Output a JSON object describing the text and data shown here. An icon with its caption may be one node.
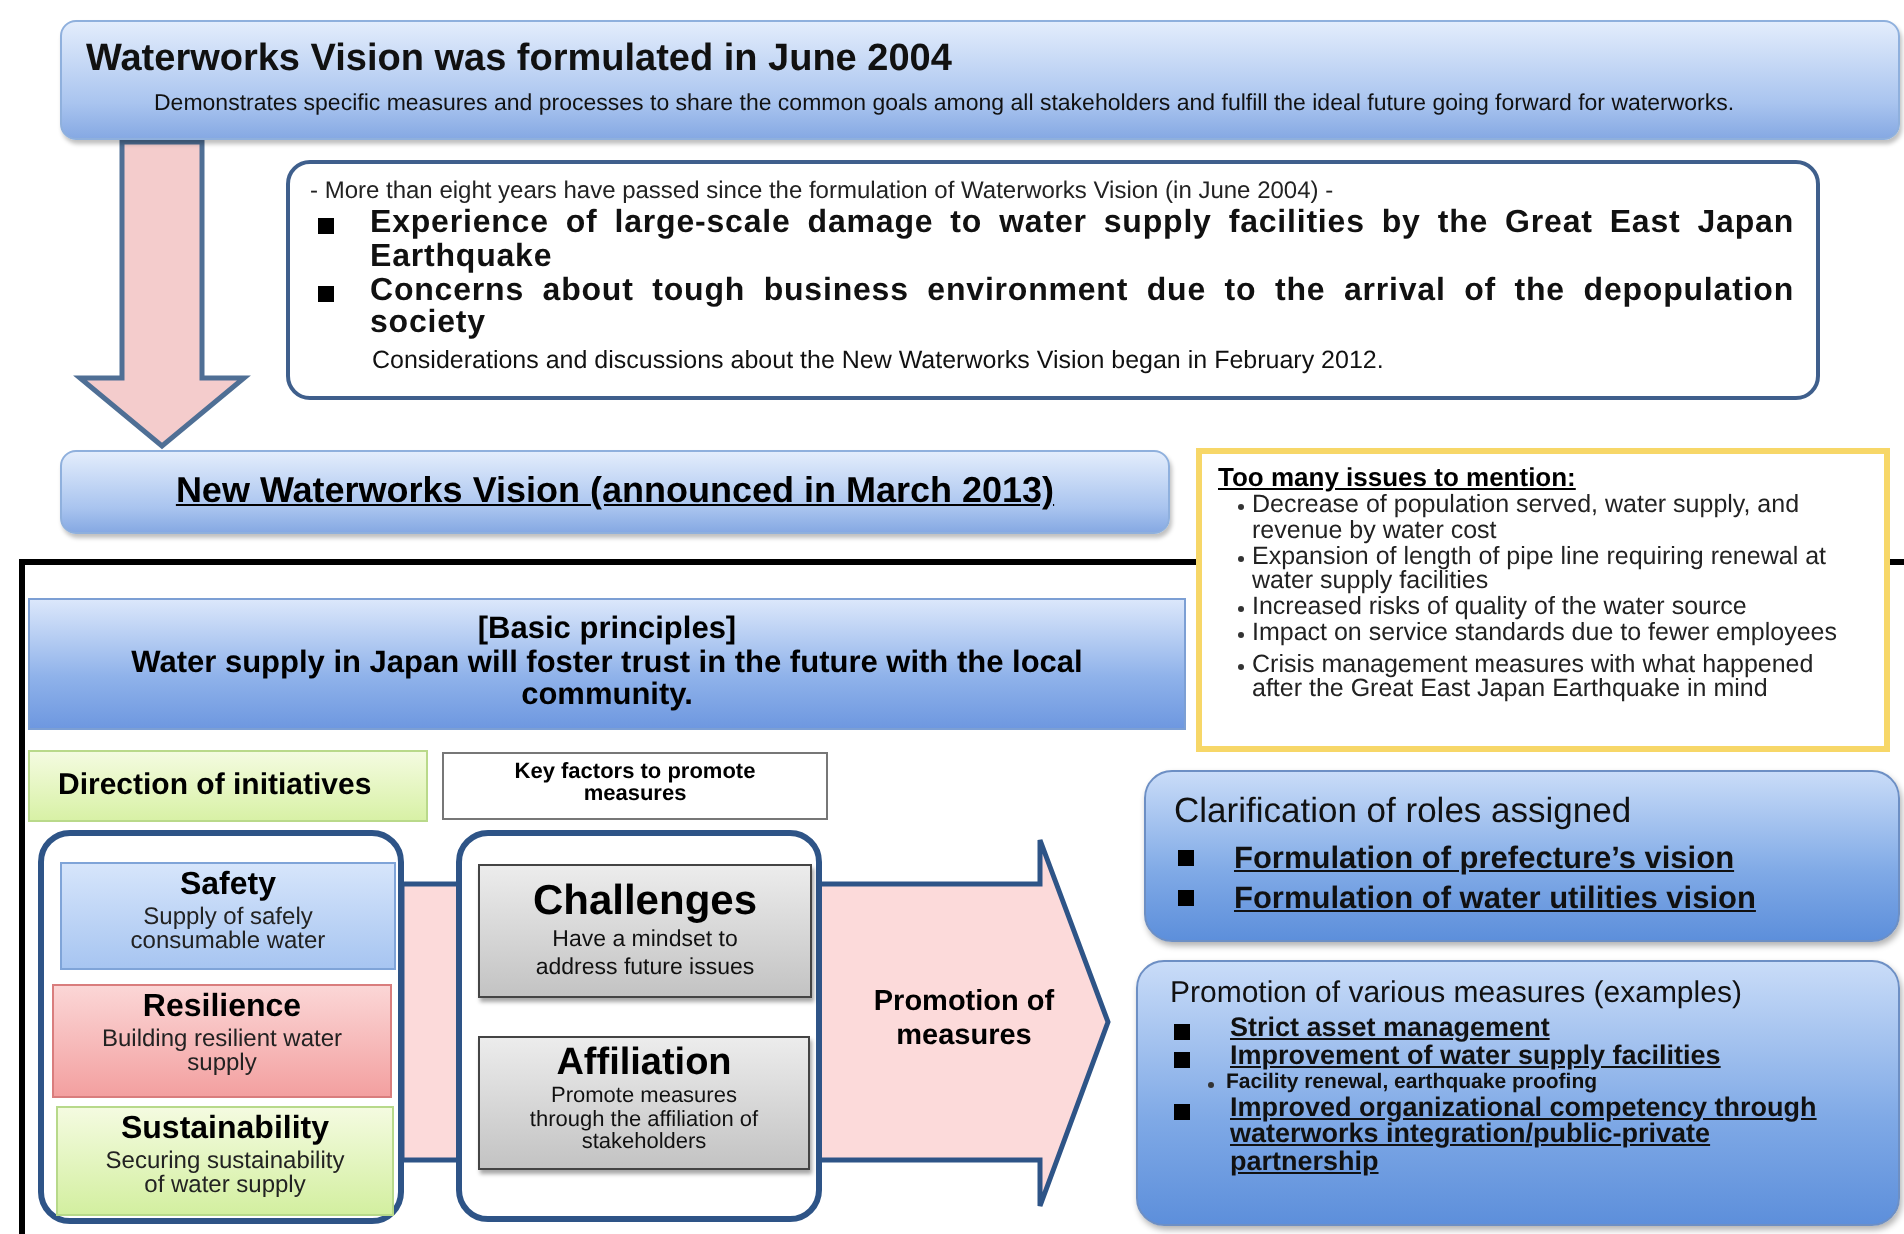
{
  "diagram": {
    "nodes": [
      {
        "text": [
          "Waterworks Vision was formulated in June 2004",
          "Demonstrates specific measures and processes to share the common goals among all stakeholders and fulfill the ideal future going forward for waterworks."
        ]
      },
      {
        "text": [
          "- More than eight years have passed since the formulation of Waterworks Vision (in June 2004) -",
          "Experience of large-scale damage to water supply facilities by the Great East Japan Earthquake",
          "Concerns about tough business environment due to the arrival of the depopulation society",
          "Considerations and discussions about the New Waterworks Vision began in February 2012."
        ]
      },
      {
        "text": [
          "New Waterworks Vision (announced in March 2013)"
        ]
      },
      {
        "text": [
          "Too many issues to mention:",
          "Decrease of population served, water supply, and revenue by water cost",
          "Expansion of length of pipe line requiring renewal at water supply facilities",
          "Increased risks of quality of the water source",
          "Impact on service standards due to fewer employees",
          "Crisis management measures with what happened after the Great East Japan Earthquake in mind"
        ]
      },
      {
        "text": [
          "[Basic principles]",
          "Water supply in Japan will foster trust in the future with the local community."
        ]
      },
      {
        "text": [
          "Direction of initiatives"
        ]
      },
      {
        "text": [
          "Key factors to promote measures"
        ]
      },
      {
        "text": [],
        "shape": "box"
      },
      {
        "text": [
          "Safety",
          "Supply of safely consumable water"
        ],
        "in": 7
      },
      {
        "text": [
          "Resilience",
          "Building resilient water supply"
        ],
        "in": 7
      },
      {
        "text": [
          "Sustainability",
          "Securing sustainability of water supply"
        ],
        "in": 7
      },
      {
        "text": [],
        "shape": "box"
      },
      {
        "text": [
          "Challenges",
          "Have a mindset to address future issues"
        ],
        "in": 11
      },
      {
        "text": [
          "Affiliation",
          "Promote measures through the affiliation of stakeholders"
        ],
        "in": 11
      },
      {
        "text": [
          "Promotion of measures"
        ]
      },
      {
        "text": [
          "Clarification of roles assigned",
          "Formulation of prefecture’s vision",
          "Formulation of water utilities vision"
        ]
      },
      {
        "text": [
          "Promotion of various measures (examples)",
          "Strict asset management",
          "Improvement of water supply facilities",
          "Facility renewal, earthquake proofing",
          "Improved organizational competency through waterworks integration/public-private partnership"
        ]
      }
    ],
    "edges": [
      {
        "from": 0,
        "to": 2,
        "arrow": "to"
      }
    ]
  }
}
